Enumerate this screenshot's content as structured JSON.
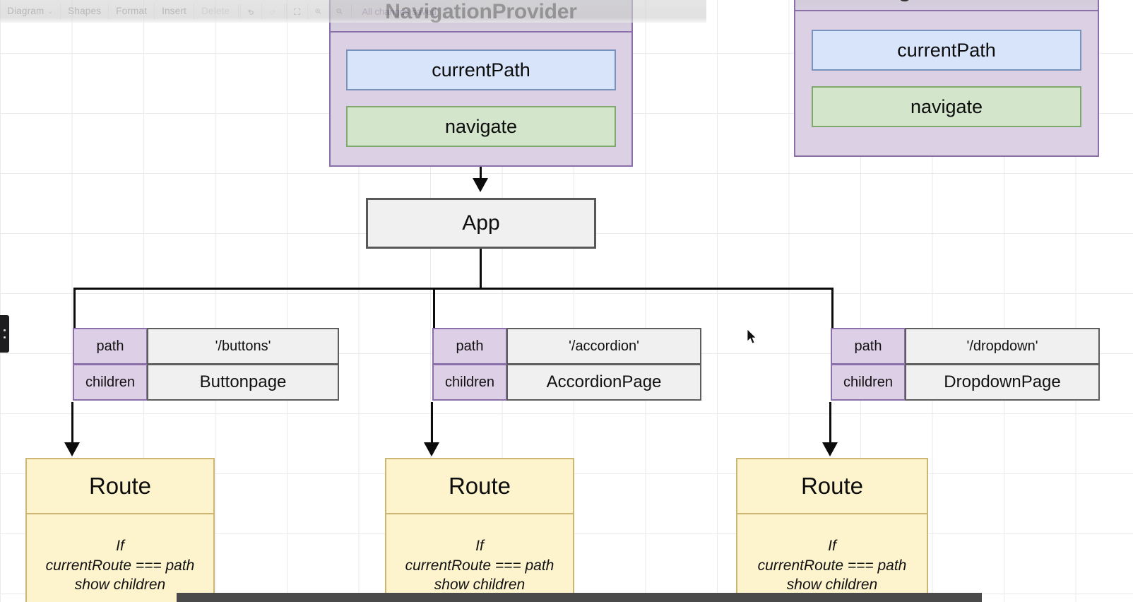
{
  "app": {
    "toolbar": {
      "items": [
        {
          "name": "diagram-menu",
          "label": "Diagram",
          "chevron": "⌄",
          "disabled": false
        },
        {
          "name": "shapes-menu",
          "label": "Shapes",
          "disabled": false
        },
        {
          "name": "format-menu",
          "label": "Format",
          "disabled": false
        },
        {
          "name": "insert-menu",
          "label": "Insert",
          "disabled": false
        },
        {
          "name": "delete-menu",
          "label": "Delete",
          "disabled": true
        }
      ],
      "icons": [
        {
          "name": "undo-icon",
          "label": "undo"
        },
        {
          "name": "redo-icon",
          "label": "redo"
        },
        {
          "name": "fullscreen-icon",
          "label": "fullscreen"
        },
        {
          "name": "zoom-in-icon",
          "label": "zoom in"
        },
        {
          "name": "zoom-out-icon",
          "label": "zoom out"
        }
      ],
      "status": "All changes saved"
    }
  },
  "diagram": {
    "provider": {
      "title": "NavigationProvider",
      "fields": [
        {
          "label": "currentPath",
          "color": "#d8e4f9"
        },
        {
          "label": "navigate",
          "color": "#d3e6cb"
        }
      ]
    },
    "context": {
      "title": "NavigationContext",
      "fields": [
        {
          "label": "currentPath",
          "color": "#d8e4f9"
        },
        {
          "label": "navigate",
          "color": "#d3e6cb"
        }
      ]
    },
    "app_node": {
      "label": "App"
    },
    "route_tables": [
      {
        "key_path": "path",
        "value_path": "'/buttons'",
        "key_children": "children",
        "value_children": "Buttonpage"
      },
      {
        "key_path": "path",
        "value_path": "'/accordion'",
        "key_children": "children",
        "value_children": "AccordionPage"
      },
      {
        "key_path": "path",
        "value_path": "'/dropdown'",
        "key_children": "children",
        "value_children": "DropdownPage"
      }
    ],
    "route_cards": [
      {
        "title": "Route",
        "line1": "If",
        "line2": "currentRoute === path",
        "line3": "show children"
      },
      {
        "title": "Route",
        "line1": "If",
        "line2": "currentRoute === path",
        "line3": "show children"
      },
      {
        "title": "Route",
        "line1": "If",
        "line2": "currentRoute === path",
        "line3": "show children"
      }
    ]
  },
  "colors": {
    "container_border": "#8a6fa8",
    "container_fill": "#dcd0e5",
    "state_fill": "#d8e4f9",
    "method_fill": "#d3e6cb",
    "route_fill": "#fdf3cd",
    "route_border": "#cdb672",
    "connector": "#0b0b0b"
  }
}
